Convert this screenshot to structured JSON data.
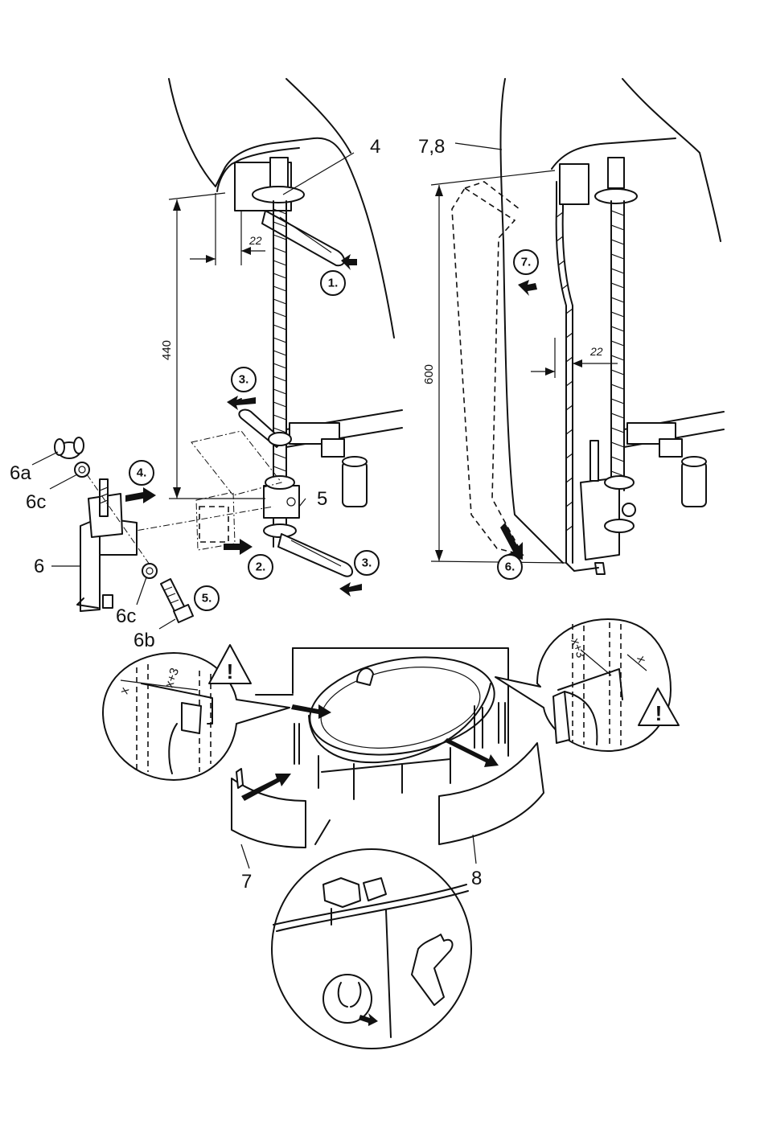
{
  "part_labels": {
    "p4": "4",
    "p78": "7,8",
    "p5": "5",
    "p6": "6",
    "p6a": "6a",
    "p6c_top": "6c",
    "p6c_bottom": "6c",
    "p6b": "6b",
    "p7": "7",
    "p8": "8"
  },
  "dimensions": {
    "d22_left": "22",
    "d440": "440",
    "d22_right": "22",
    "d600": "600",
    "x_left": "x",
    "x3_left": "x+3",
    "x_right": "x",
    "x3_right": "x+3"
  },
  "steps": {
    "s1": "1.",
    "s2": "2.",
    "s3a": "3.",
    "s3b": "3.",
    "s4": "4.",
    "s5": "5.",
    "s6": "6.",
    "s7": "7."
  },
  "warnings": {
    "left": "!",
    "right": "!"
  }
}
